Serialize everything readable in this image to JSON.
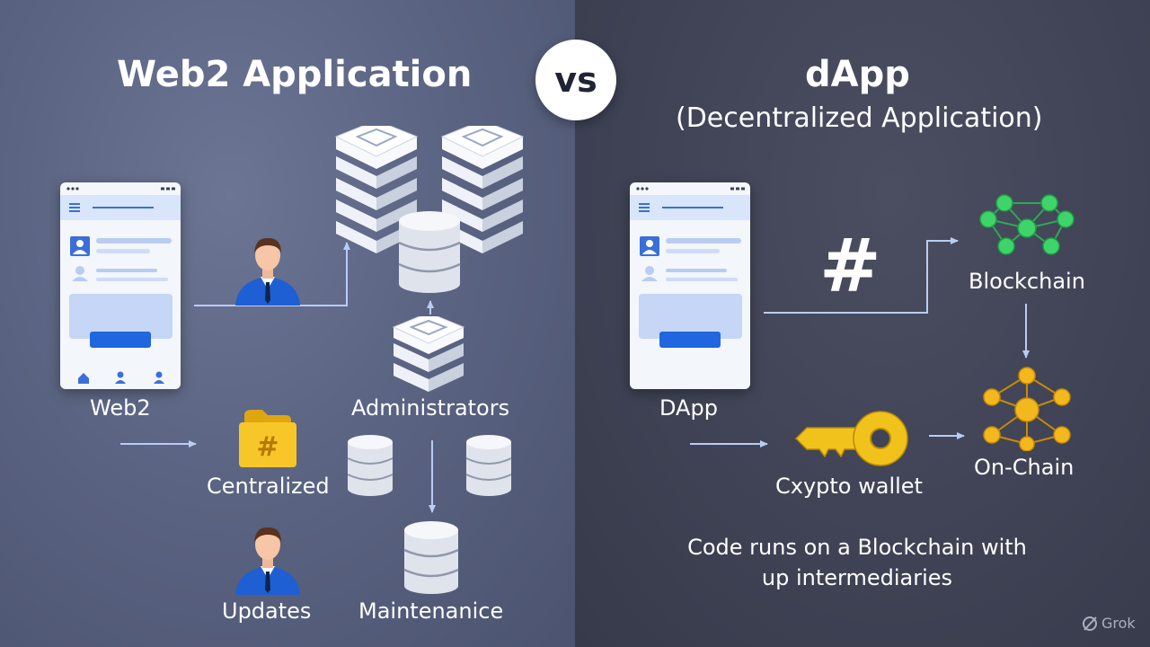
{
  "left": {
    "title": "Web2 Application",
    "labels": {
      "web2": "Web2",
      "administrators": "Administrators",
      "centralized": "Centralized",
      "updates": "Updates",
      "maintenance": "Maintenanice"
    },
    "folder_glyph": "#"
  },
  "vs": "vs",
  "right": {
    "title": "dApp",
    "subtitle": "(Decentralized Application)",
    "hash_glyph": "#",
    "labels": {
      "dapp": "DApp",
      "blockchain": "Blockchain",
      "wallet": "Cxypto wallet",
      "onchain": "On-Chain"
    },
    "caption": [
      "Code runs on a Blockchain with",
      "up intermediaries"
    ]
  },
  "watermark": "Grok",
  "colors": {
    "left_bg": "#5b6482",
    "right_bg": "#3f4355",
    "accent_blue": "#1f66e0",
    "blockchain_green": "#3fd46a",
    "onchain_gold": "#f2b81d",
    "key_gold": "#f1c21b",
    "arrow": "#b9cdf3"
  },
  "icons": [
    "server-rack-icon",
    "database-icon",
    "person-icon",
    "folder-icon",
    "key-icon",
    "network-icon",
    "hash-icon",
    "grok-icon"
  ]
}
